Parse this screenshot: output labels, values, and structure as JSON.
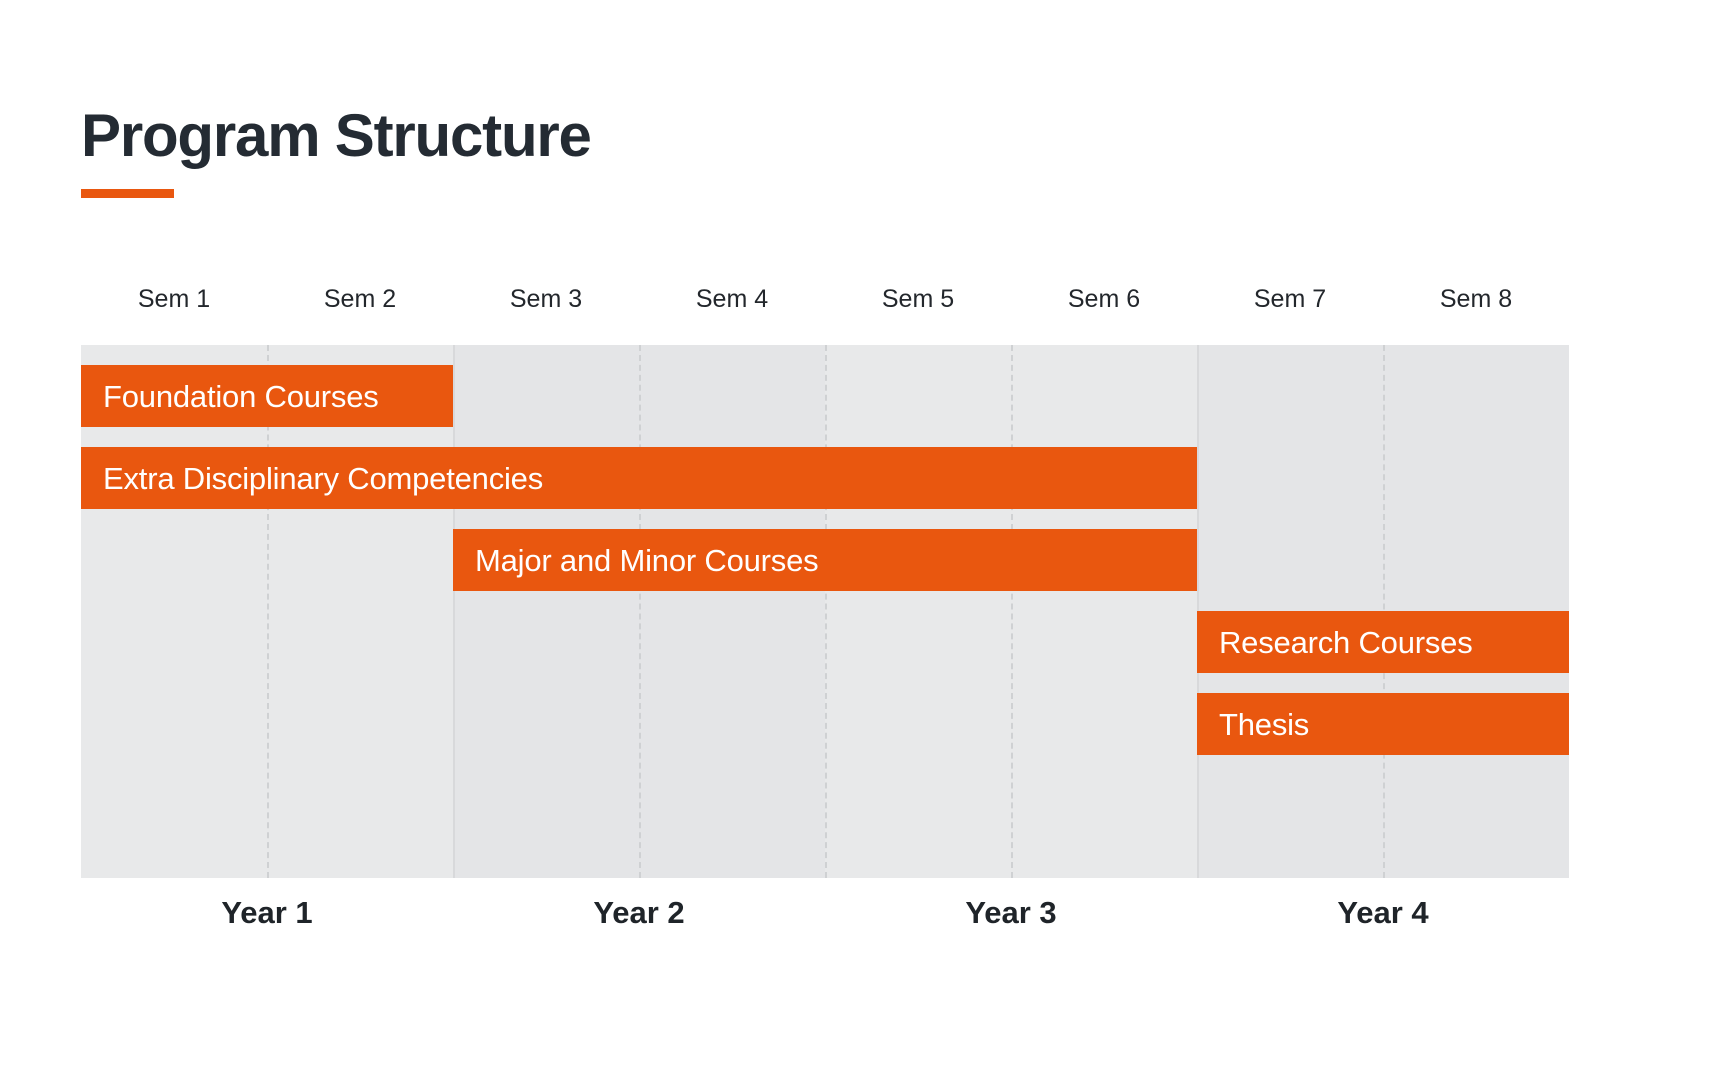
{
  "header": {
    "title": "Program Structure",
    "accent_color": "#E9570F",
    "title_color": "#242b33"
  },
  "chart_data": {
    "type": "bar",
    "subtype": "gantt",
    "title": "Program Structure",
    "xlabel": "",
    "ylabel": "",
    "grid": true,
    "legend": "none",
    "bar_color": "#E9570F",
    "plot_background": "#e6e7e9",
    "x_axis_top_ticks": [
      "Sem 1",
      "Sem 2",
      "Sem 3",
      "Sem 4",
      "Sem 5",
      "Sem 6",
      "Sem 7",
      "Sem 8"
    ],
    "x_axis_bottom_ticks": [
      "Year 1",
      "Year 2",
      "Year 3",
      "Year 4"
    ],
    "xlim": [
      0,
      8
    ],
    "xunit": "semester",
    "categories": [
      "Foundation Courses",
      "Extra Disciplinary Competencies",
      "Major and Minor Courses",
      "Research Courses",
      "Thesis"
    ],
    "tasks": [
      {
        "label": "Foundation Courses",
        "start_sem": 0,
        "end_sem": 2,
        "duration_sem": 2,
        "row": 0
      },
      {
        "label": "Extra Disciplinary Competencies",
        "start_sem": 0,
        "end_sem": 6,
        "duration_sem": 6,
        "row": 1
      },
      {
        "label": "Major and Minor Courses",
        "start_sem": 2,
        "end_sem": 6,
        "duration_sem": 4,
        "row": 2
      },
      {
        "label": "Research Courses",
        "start_sem": 6,
        "end_sem": 8,
        "duration_sem": 2,
        "row": 3
      },
      {
        "label": "Thesis",
        "start_sem": 6,
        "end_sem": 8,
        "duration_sem": 2,
        "row": 4
      }
    ]
  }
}
